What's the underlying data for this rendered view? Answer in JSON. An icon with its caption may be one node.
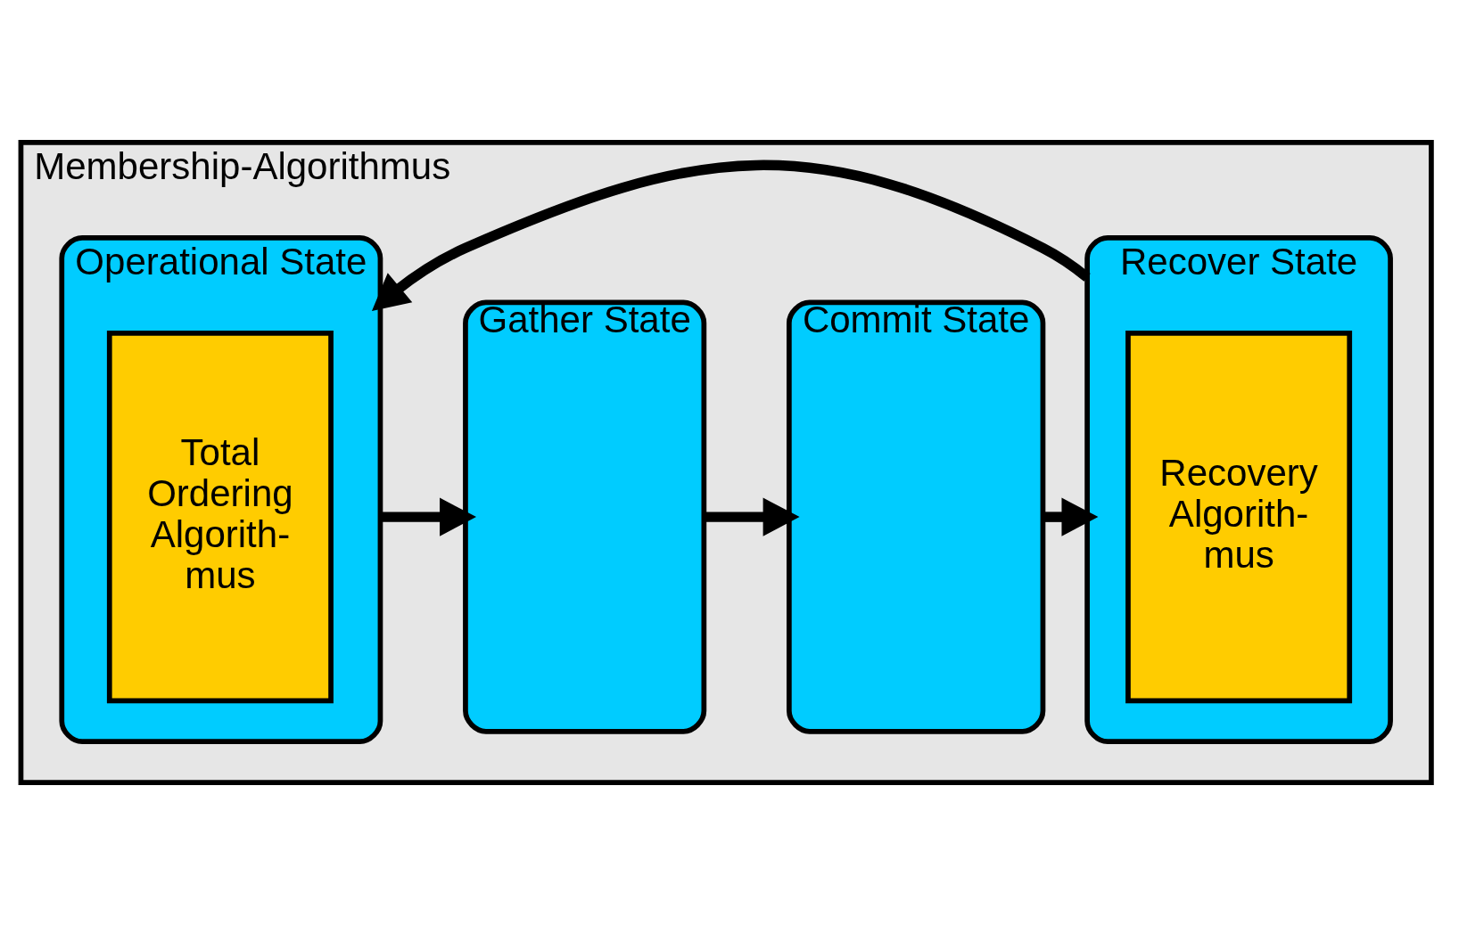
{
  "diagram": {
    "nodes": [
      {
        "text": [
          "Membership-Algorithmus"
        ]
      },
      {
        "text": [
          "Operational State"
        ],
        "in": 0
      },
      {
        "text": [
          "Total Ordering Algorith- mus"
        ],
        "in": 1
      },
      {
        "text": [
          "Gather State"
        ],
        "in": 0
      },
      {
        "text": [
          "Commit State"
        ],
        "in": 0
      },
      {
        "text": [
          "Recover State"
        ],
        "in": 0
      },
      {
        "text": [
          "Recovery Algorith- mus"
        ],
        "in": 5
      }
    ],
    "edges": [
      {
        "from": 1,
        "to": 3,
        "arrow": "to"
      },
      {
        "from": 3,
        "to": 4,
        "arrow": "to"
      },
      {
        "from": 4,
        "to": 5,
        "arrow": "to"
      },
      {
        "from": 5,
        "to": 1,
        "arrow": "to"
      }
    ]
  }
}
